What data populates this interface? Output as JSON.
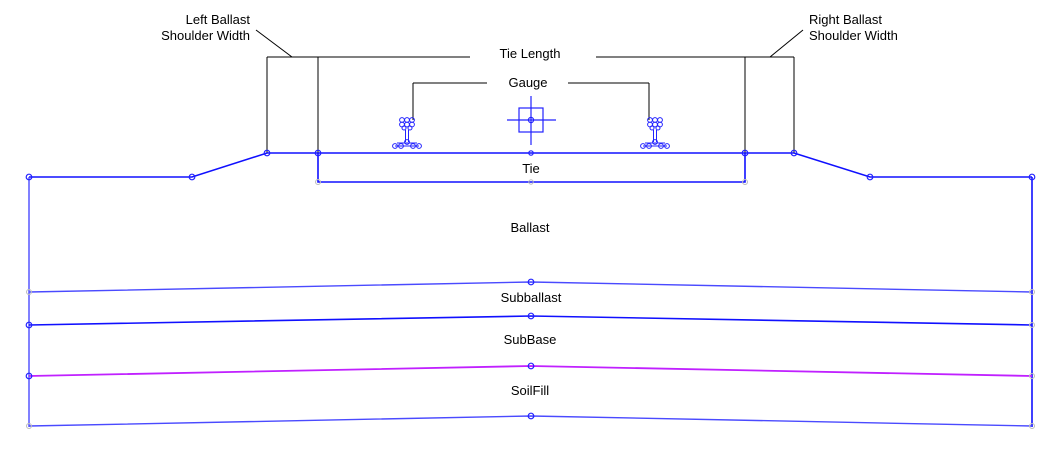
{
  "diagram": {
    "type": "railway track cross-section",
    "colors": {
      "dimension_line": "#000000",
      "layer_line": "#1010ff",
      "soilfill_top_line": "#c020ff",
      "node": "#2222ff",
      "inactive_node": "#bbbbbb"
    },
    "dimension_labels": {
      "left_shoulder_line1": "Left Ballast",
      "left_shoulder_line2": "Shoulder Width",
      "right_shoulder_line1": "Right Ballast",
      "right_shoulder_line2": "Shoulder Width",
      "tie_length": "Tie Length",
      "gauge": "Gauge"
    },
    "layers": {
      "tie": "Tie",
      "ballast": "Ballast",
      "subballast": "Subballast",
      "subbase": "SubBase",
      "soilfill": "SoilFill"
    },
    "icons": {
      "rail_left": "rail-profile-icon",
      "rail_right": "rail-profile-icon",
      "center_target": "crosshair-target-icon"
    }
  }
}
